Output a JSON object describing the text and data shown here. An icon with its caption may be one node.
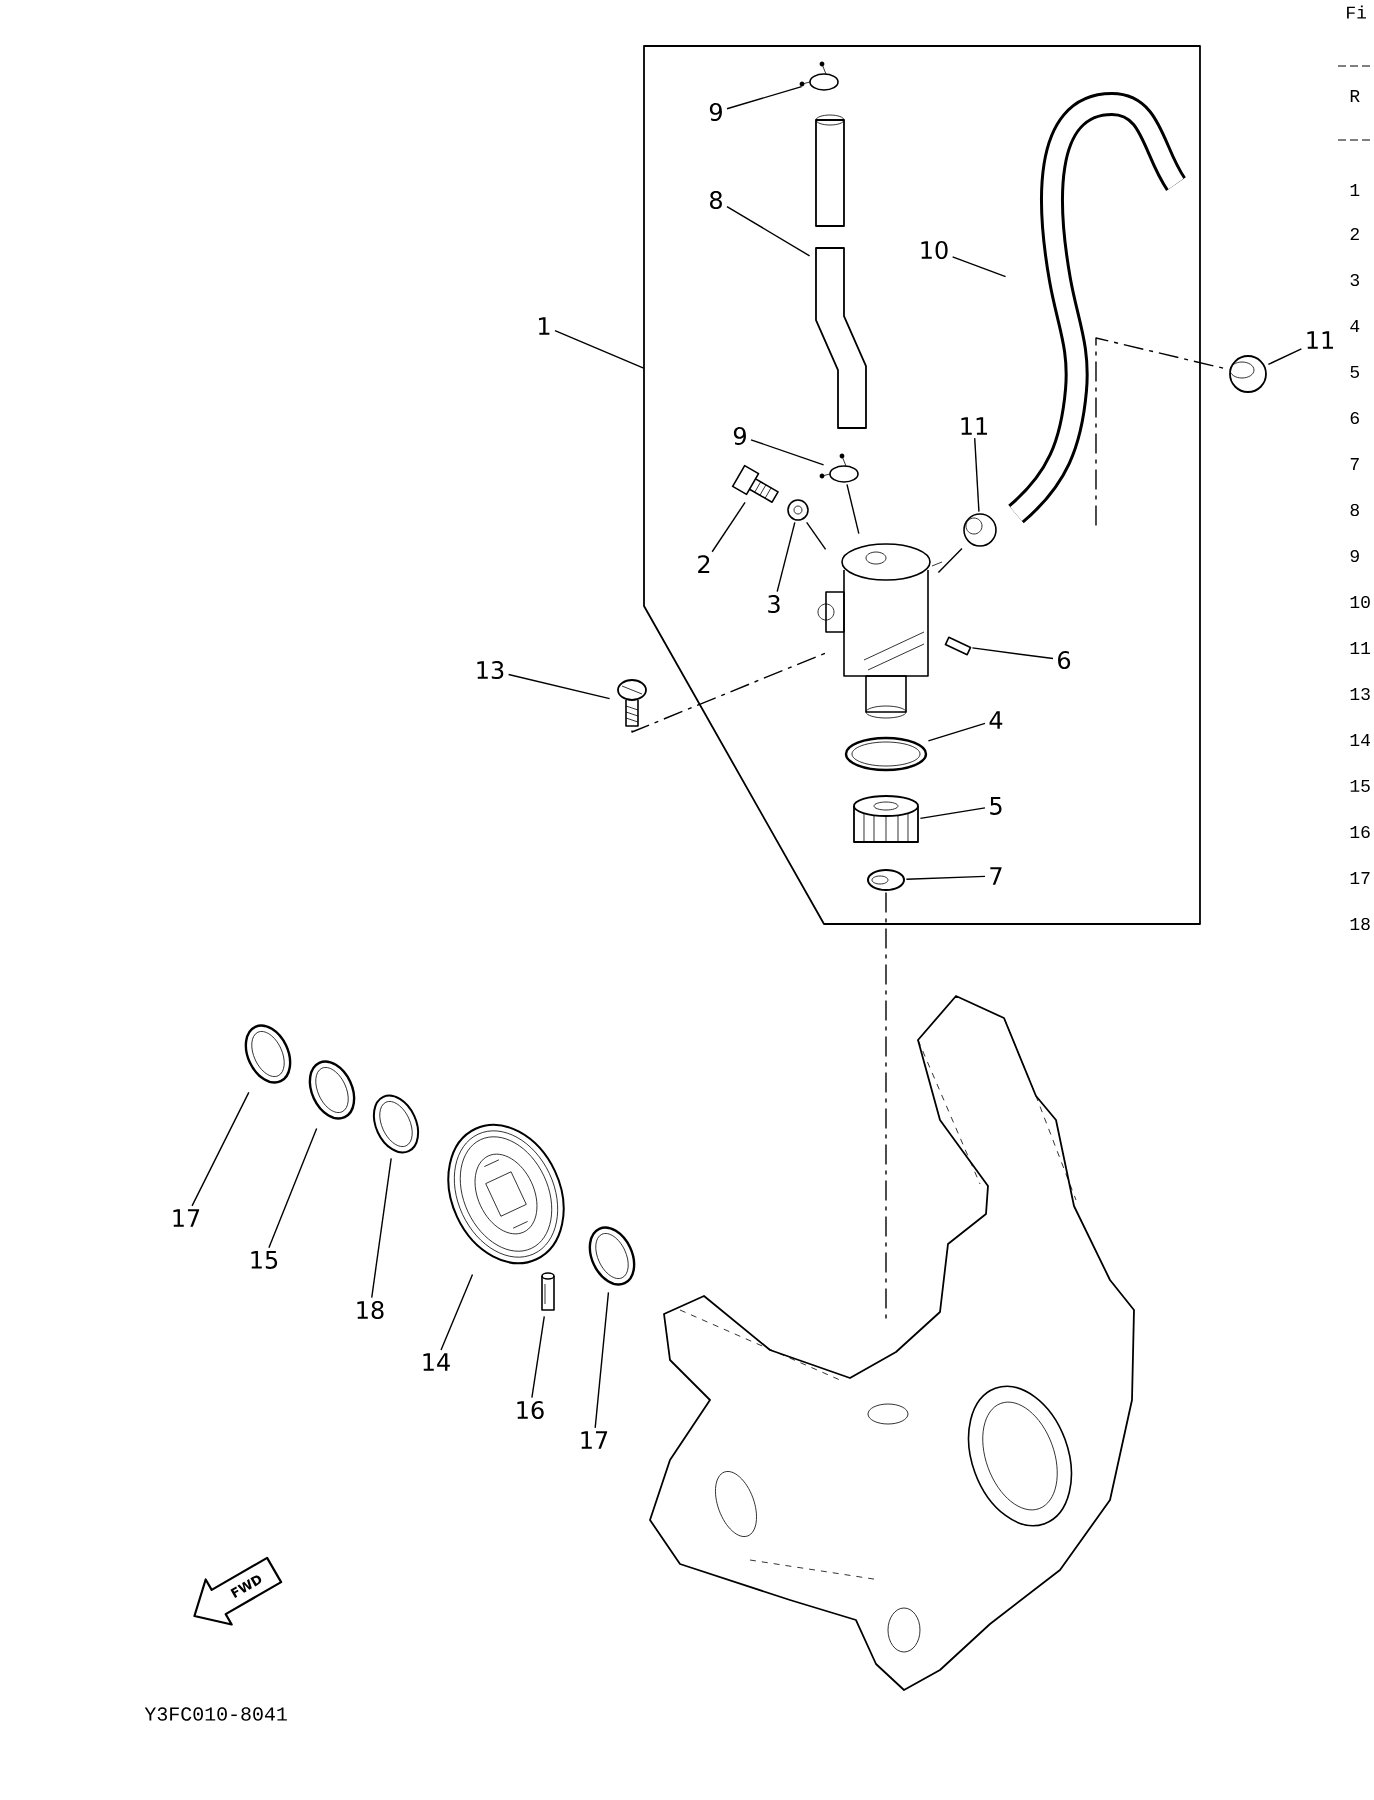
{
  "diagram": {
    "nodes": [
      {
        "text": [],
        "shape": "box"
      },
      {
        "text": [],
        "shape": "picture",
        "in": 0
      },
      {
        "text": [],
        "shape": "picture",
        "in": 0
      },
      {
        "text": [],
        "shape": "picture",
        "in": 0
      },
      {
        "text": [],
        "shape": "picture",
        "in": 0
      },
      {
        "text": [],
        "shape": "picture",
        "in": 0
      },
      {
        "text": [],
        "shape": "picture",
        "in": 0
      },
      {
        "text": [],
        "shape": "picture",
        "in": 0
      },
      {
        "text": [],
        "shape": "picture",
        "in": 0
      },
      {
        "text": [],
        "shape": "picture",
        "in": 0
      },
      {
        "text": [],
        "shape": "picture",
        "in": 0
      },
      {
        "text": [],
        "shape": "picture",
        "in": 0
      },
      {
        "text": [],
        "shape": "picture",
        "in": 0
      },
      {
        "text": [],
        "shape": "picture"
      },
      {
        "text": [],
        "shape": "picture"
      },
      {
        "text": [],
        "shape": "picture"
      },
      {
        "text": [],
        "shape": "picture"
      },
      {
        "text": [],
        "shape": "picture"
      },
      {
        "text": [],
        "shape": "picture"
      },
      {
        "text": [],
        "shape": "picture"
      },
      {
        "text": [],
        "shape": "picture"
      },
      {
        "text": [],
        "shape": "picture"
      },
      {
        "text": [
          "1"
        ]
      },
      {
        "text": [
          "9"
        ],
        "in": 0
      },
      {
        "text": [
          "8"
        ],
        "in": 0
      },
      {
        "text": [
          "10"
        ],
        "in": 0
      },
      {
        "text": [
          "11"
        ]
      },
      {
        "text": [
          "9"
        ],
        "in": 0
      },
      {
        "text": [
          "11"
        ],
        "in": 0
      },
      {
        "text": [
          "2"
        ],
        "in": 0
      },
      {
        "text": [
          "3"
        ],
        "in": 0
      },
      {
        "text": [
          "6"
        ],
        "in": 0
      },
      {
        "text": [
          "13"
        ]
      },
      {
        "text": [
          "4"
        ],
        "in": 0
      },
      {
        "text": [
          "5"
        ],
        "in": 0
      },
      {
        "text": [
          "7"
        ],
        "in": 0
      },
      {
        "text": [
          "17"
        ]
      },
      {
        "text": [
          "15"
        ]
      },
      {
        "text": [
          "18"
        ]
      },
      {
        "text": [
          "14"
        ]
      },
      {
        "text": [
          "16"
        ]
      },
      {
        "text": [
          "17"
        ]
      }
    ],
    "edges": [
      {
        "from": 22,
        "to": 0,
        "arrow": "none"
      },
      {
        "from": 23,
        "to": 1,
        "arrow": "none"
      },
      {
        "from": 24,
        "to": 2,
        "arrow": "none"
      },
      {
        "from": 25,
        "to": 3,
        "arrow": "none"
      },
      {
        "from": 26,
        "to": 13,
        "arrow": "none"
      },
      {
        "from": 27,
        "to": 4,
        "arrow": "none"
      },
      {
        "from": 28,
        "to": 7,
        "arrow": "none"
      },
      {
        "from": 29,
        "to": 5,
        "arrow": "none"
      },
      {
        "from": 30,
        "to": 6,
        "arrow": "none"
      },
      {
        "from": 31,
        "to": 9,
        "arrow": "none"
      },
      {
        "from": 32,
        "to": 14,
        "arrow": "none"
      },
      {
        "from": 33,
        "to": 10,
        "arrow": "none"
      },
      {
        "from": 34,
        "to": 11,
        "arrow": "none"
      },
      {
        "from": 35,
        "to": 12,
        "arrow": "none"
      },
      {
        "from": 36,
        "to": 16,
        "arrow": "none"
      },
      {
        "from": 37,
        "to": 17,
        "arrow": "none"
      },
      {
        "from": 38,
        "to": 18,
        "arrow": "none"
      },
      {
        "from": 39,
        "to": 19,
        "arrow": "none"
      },
      {
        "from": 40,
        "to": 20,
        "arrow": "none"
      },
      {
        "from": 41,
        "to": 21,
        "arrow": "none"
      },
      {
        "from": 4,
        "to": 8,
        "arrow": "none"
      },
      {
        "from": 6,
        "to": 8,
        "arrow": "none"
      },
      {
        "from": 7,
        "to": 8,
        "arrow": "none"
      },
      {
        "from": 14,
        "to": 8,
        "arrow": "none",
        "style": "dashed"
      },
      {
        "from": 3,
        "to": 13,
        "arrow": "none",
        "style": "dashed"
      },
      {
        "from": 12,
        "to": 15,
        "arrow": "none",
        "style": "dashed"
      }
    ],
    "labels": [
      "Fi",
      "R",
      "1",
      "2",
      "3",
      "4",
      "5",
      "6",
      "7",
      "8",
      "9",
      "10",
      "11",
      "13",
      "14",
      "15",
      "16",
      "17",
      "18",
      "FWD",
      "Y3FC010-8041"
    ]
  }
}
